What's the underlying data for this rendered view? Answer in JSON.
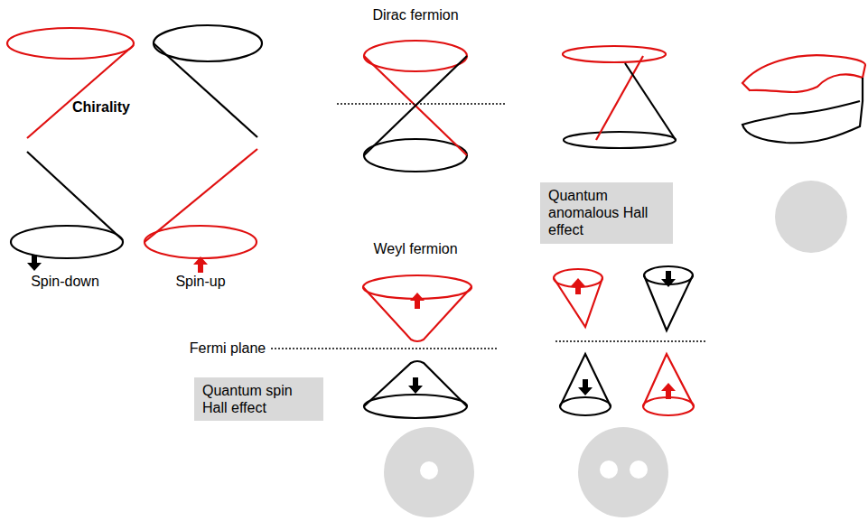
{
  "diagram": {
    "nodes": [
      {
        "text": [
          "Quantum anomalous Hall effect"
        ]
      },
      {
        "text": [
          "Quantum spin Hall effect"
        ]
      }
    ],
    "labels": [
      "Chirality",
      "Spin-down",
      "Spin-up",
      "Dirac fermion",
      "Weyl fermion",
      "Fermi plane"
    ]
  }
}
